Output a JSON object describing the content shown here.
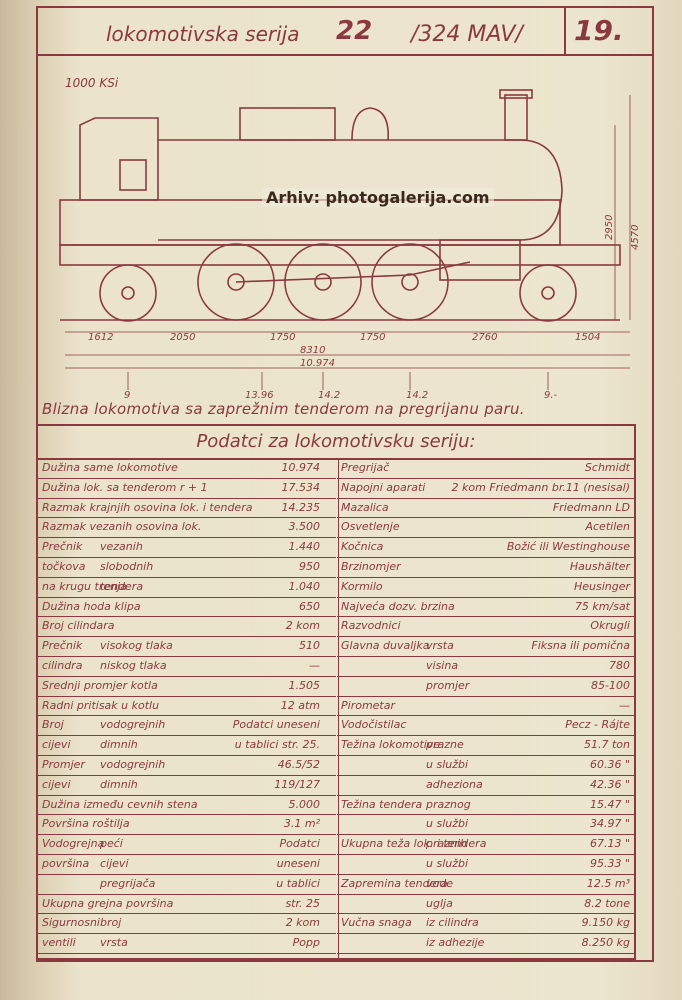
{
  "header": {
    "title_prefix": "lokomotivska serija",
    "series": "22",
    "orig": "/324 MAV/",
    "sheet_no": "19."
  },
  "drawing": {
    "scale": "1000 KSi",
    "watermark": "Arhiv: photogalerija.com",
    "dims": [
      "1612",
      "2050",
      "1750",
      "1750",
      "2760",
      "1504",
      "8310",
      "10.974",
      "2950",
      "4570"
    ],
    "loads": [
      "9",
      "13.96",
      "14.2",
      "14.2",
      "9.-"
    ],
    "caption": "Blizna lokomotiva sa zaprežnim tenderom na pregrijanu paru."
  },
  "table": {
    "title": "Podatci za lokomotivsku seriju:",
    "left": [
      {
        "label": "Dužina same lokomotive",
        "value": "10.974"
      },
      {
        "label": "Dužina lok. sa tenderom r + 1",
        "value": "17.534"
      },
      {
        "label": "Razmak krajnjih osovina lok. i tendera",
        "value": "14.235"
      },
      {
        "label": "Razmak vezanih osovina lok.",
        "value": "3.500"
      },
      {
        "label": "Prečnik",
        "sub": "vezanih",
        "value": "1.440"
      },
      {
        "label": "točkova",
        "sub": "slobodnih",
        "value": "950"
      },
      {
        "label": "na krugu trenja",
        "sub": "tendera",
        "value": "1.040"
      },
      {
        "label": "Dužina hoda klipa",
        "value": "650"
      },
      {
        "label": "Broj cilindara",
        "value": "2 kom"
      },
      {
        "label": "Prečnik",
        "sub": "visokog tlaka",
        "value": "510"
      },
      {
        "label": "cilindra",
        "sub": "niskog tlaka",
        "value": "—"
      },
      {
        "label": "Srednji promjer kotla",
        "value": "1.505"
      },
      {
        "label": "Radni pritisak u kotlu",
        "value": "12 atm"
      },
      {
        "label": "Broj",
        "sub": "vodogrejnih",
        "value": "Podatci uneseni"
      },
      {
        "label": "cijevi",
        "sub": "dimnih",
        "value": "u tablici str. 25."
      },
      {
        "label": "Promjer",
        "sub": "vodogrejnih",
        "value": "46.5/52"
      },
      {
        "label": "cijevi",
        "sub": "dimnih",
        "value": "119/127"
      },
      {
        "label": "Dužina između cevnih stena",
        "value": "5.000"
      },
      {
        "label": "Površina roštilja",
        "value": "3.1 m²"
      },
      {
        "label": "Vodogrejna",
        "sub": "peći",
        "value": "Podatci"
      },
      {
        "label": "površina",
        "sub": "cijevi",
        "value": "uneseni"
      },
      {
        "label": "",
        "sub": "pregrijača",
        "value": "u tablici"
      },
      {
        "label": "Ukupna grejna površina",
        "value": "str. 25"
      },
      {
        "label": "Sigurnosni",
        "sub": "broj",
        "value": "2 kom"
      },
      {
        "label": "ventili",
        "sub": "vrsta",
        "value": "Popp"
      }
    ],
    "right": [
      {
        "label": "Pregrijač",
        "value": "Schmidt"
      },
      {
        "label": "Napojni aparati",
        "value": "2 kom Friedmann br.11 (nesisal)"
      },
      {
        "label": "Mazalica",
        "value": "Friedmann LD"
      },
      {
        "label": "Osvetlenje",
        "value": "Acetilen"
      },
      {
        "label": "Kočnica",
        "value": "Božić ili Westinghouse"
      },
      {
        "label": "Brzinomjer",
        "value": "Haushälter"
      },
      {
        "label": "Kormilo",
        "value": "Heusinger"
      },
      {
        "label": "Najveća dozv. brzina",
        "value": "75 km/sat"
      },
      {
        "label": "Razvodnici",
        "value": "Okrugli"
      },
      {
        "label": "Glavna duvaljka",
        "sub": "vrsta",
        "value": "Fiksna ili pomična"
      },
      {
        "label": "",
        "sub": "visina",
        "value": "780"
      },
      {
        "label": "",
        "sub": "promjer",
        "value": "85-100"
      },
      {
        "label": "Pirometar",
        "value": "—"
      },
      {
        "label": "Vodočistilac",
        "value": "Pecz - Rájte"
      },
      {
        "label": "Težina lokomotive",
        "sub": "prazne",
        "value": "51.7 ton"
      },
      {
        "label": "",
        "sub": "u službi",
        "value": "60.36 \""
      },
      {
        "label": "",
        "sub": "adheziona",
        "value": "42.36 \""
      },
      {
        "label": "Težina tendera",
        "sub": "praznog",
        "value": "15.47 \""
      },
      {
        "label": "",
        "sub": "u službi",
        "value": "34.97 \""
      },
      {
        "label": "Ukupna teža lok. i tendera",
        "sub": "praznih",
        "value": "67.13 \""
      },
      {
        "label": "",
        "sub": "u službi",
        "value": "95.33 \""
      },
      {
        "label": "Zapremina tendera",
        "sub": "vode",
        "value": "12.5 m³"
      },
      {
        "label": "",
        "sub": "uglja",
        "value": "8.2 tone"
      },
      {
        "label": "Vučna snaga",
        "sub": "iz cilindra",
        "value": "9.150 kg"
      },
      {
        "label": "",
        "sub": "iz adhezije",
        "value": "8.250 kg"
      }
    ]
  }
}
